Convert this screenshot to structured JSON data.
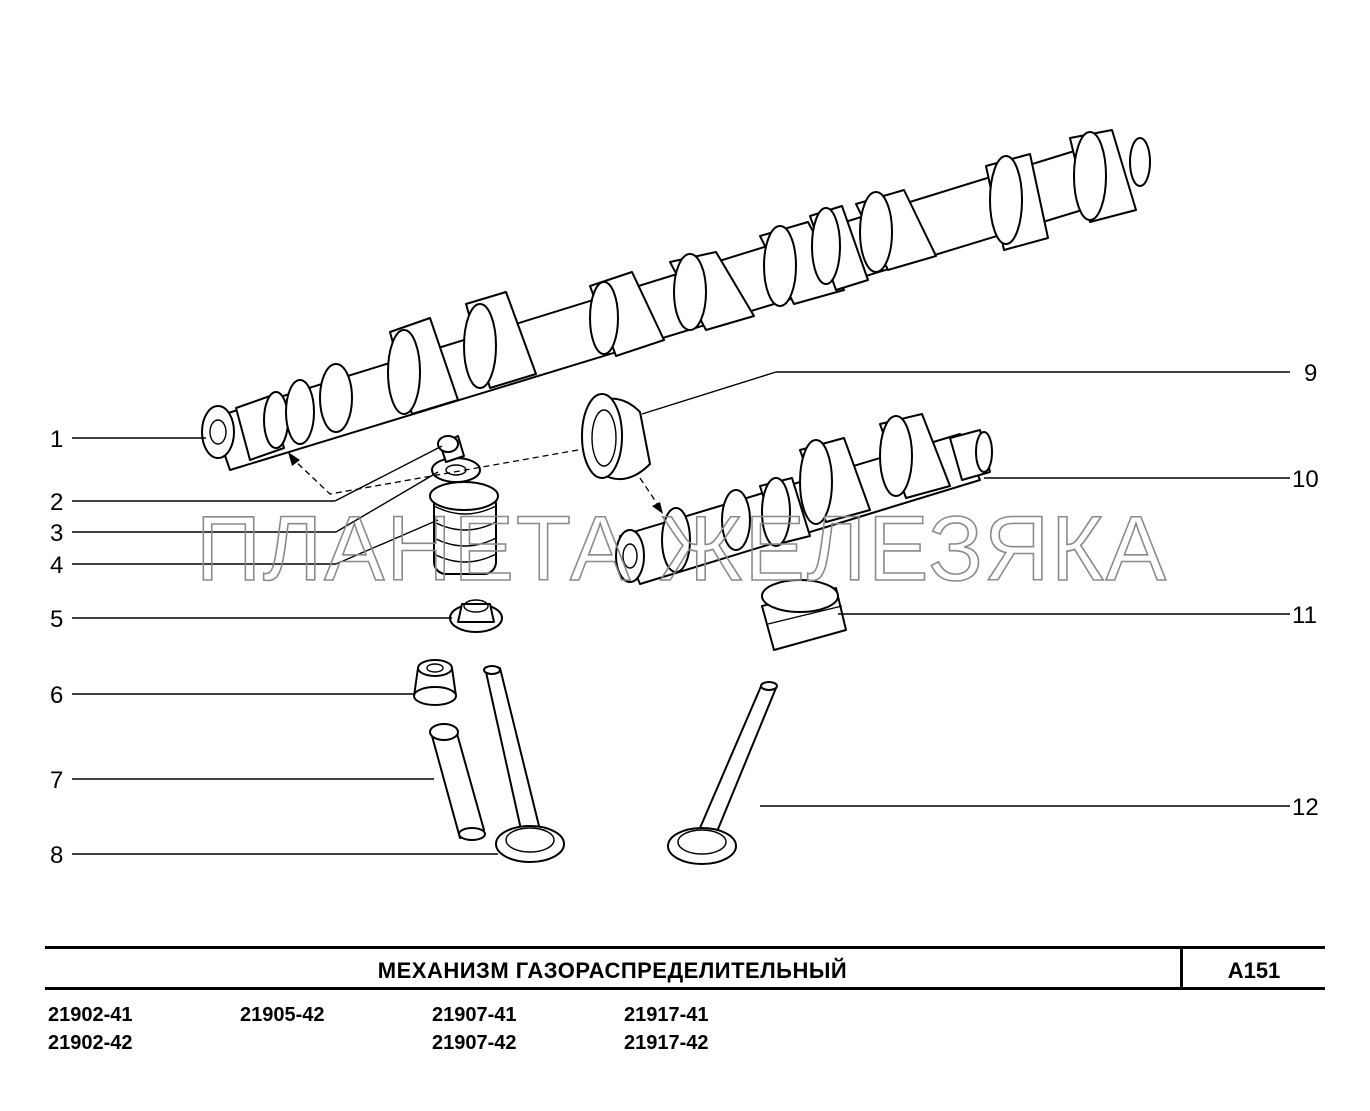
{
  "callouts": [
    "1",
    "2",
    "3",
    "4",
    "5",
    "6",
    "7",
    "8",
    "9",
    "10",
    "11",
    "12"
  ],
  "watermark": "ПЛАНЕТА ЖЕЛЕЗЯКА",
  "title": "МЕХАНИЗМ   ГАЗОРАСПРЕДЕЛИТЕЛЬНЫЙ",
  "sheet_code": "А151",
  "models": {
    "c1": [
      "21902-41",
      "21902-42"
    ],
    "c2": [
      "21905-42"
    ],
    "c3": [
      "21907-41",
      "21907-42"
    ],
    "c4": [
      "21917-41",
      "21917-42"
    ]
  }
}
